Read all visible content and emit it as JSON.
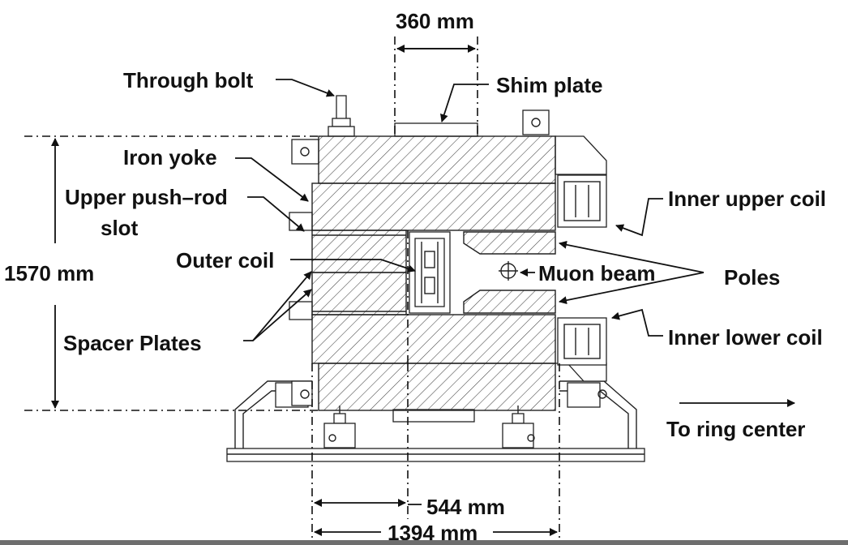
{
  "labels": {
    "dim_360": "360 mm",
    "through_bolt": "Through bolt",
    "shim_plate": "Shim plate",
    "iron_yoke": "Iron yoke",
    "upper_push_rod_1": "Upper push–rod",
    "upper_push_rod_2": "slot",
    "inner_upper_coil": "Inner upper coil",
    "outer_coil": "Outer coil",
    "muon_beam": "Muon beam",
    "poles": "Poles",
    "dim_1570": "1570 mm",
    "spacer_plates": "Spacer Plates",
    "inner_lower_coil": "Inner lower coil",
    "to_ring_center": "To ring center",
    "dim_544": "544 mm",
    "dim_1394": "1394 mm"
  },
  "colors": {
    "ink": "#111111",
    "background": "#ffffff",
    "bottom_bar": "#6e6e6e"
  }
}
